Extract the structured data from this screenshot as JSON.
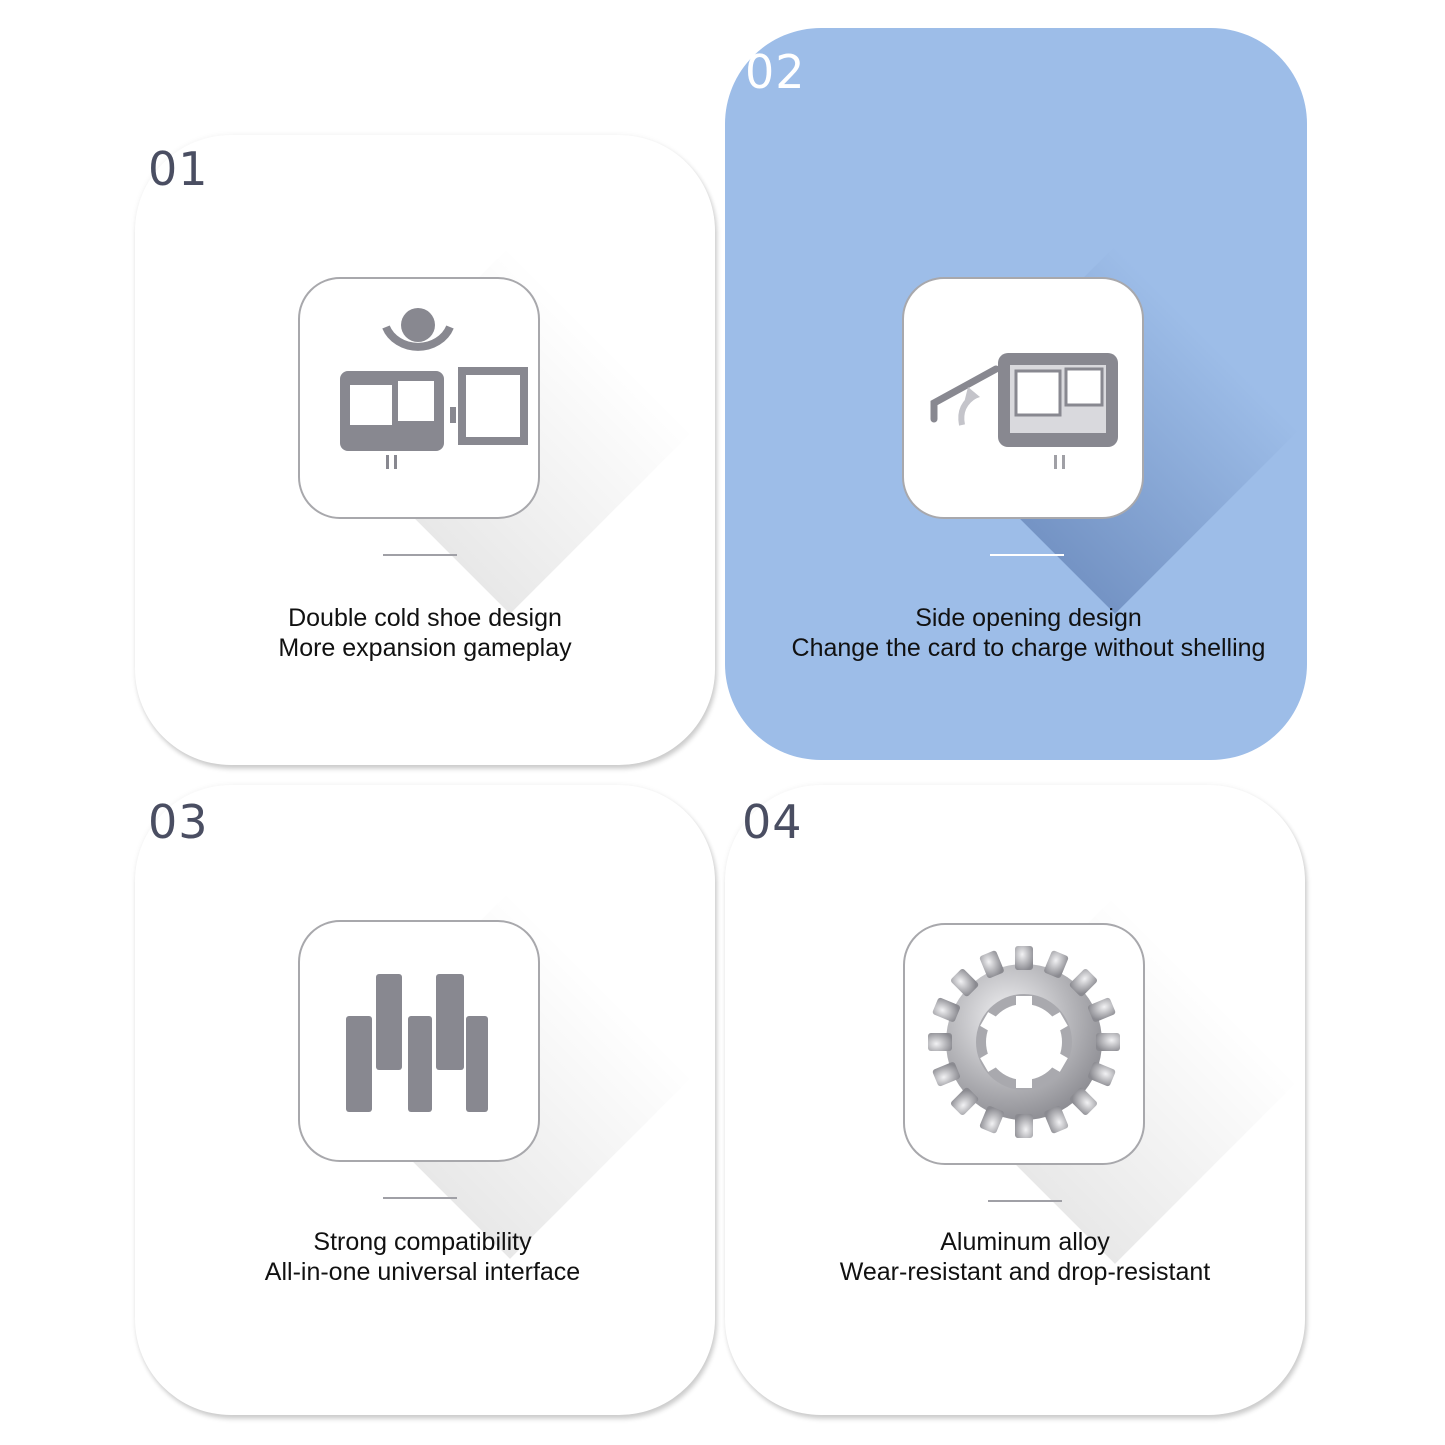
{
  "features": [
    {
      "number": "01",
      "line1": "Double cold shoe design",
      "line2": "More expansion gameplay",
      "icon": "camera-cage-icon",
      "highlighted": false
    },
    {
      "number": "02",
      "line1": "Side opening design",
      "line2": "Change the card to charge without shelling",
      "icon": "side-door-icon",
      "highlighted": true
    },
    {
      "number": "03",
      "line1": "Strong compatibility",
      "line2": "All-in-one universal interface",
      "icon": "interface-bars-icon",
      "highlighted": false
    },
    {
      "number": "04",
      "line1": "Aluminum alloy",
      "line2": "Wear-resistant and drop-resistant",
      "icon": "gear-icon",
      "highlighted": false
    }
  ],
  "colors": {
    "highlight": "#9dbde8",
    "icon_gray": "#888890",
    "number": "#4a4e62"
  }
}
